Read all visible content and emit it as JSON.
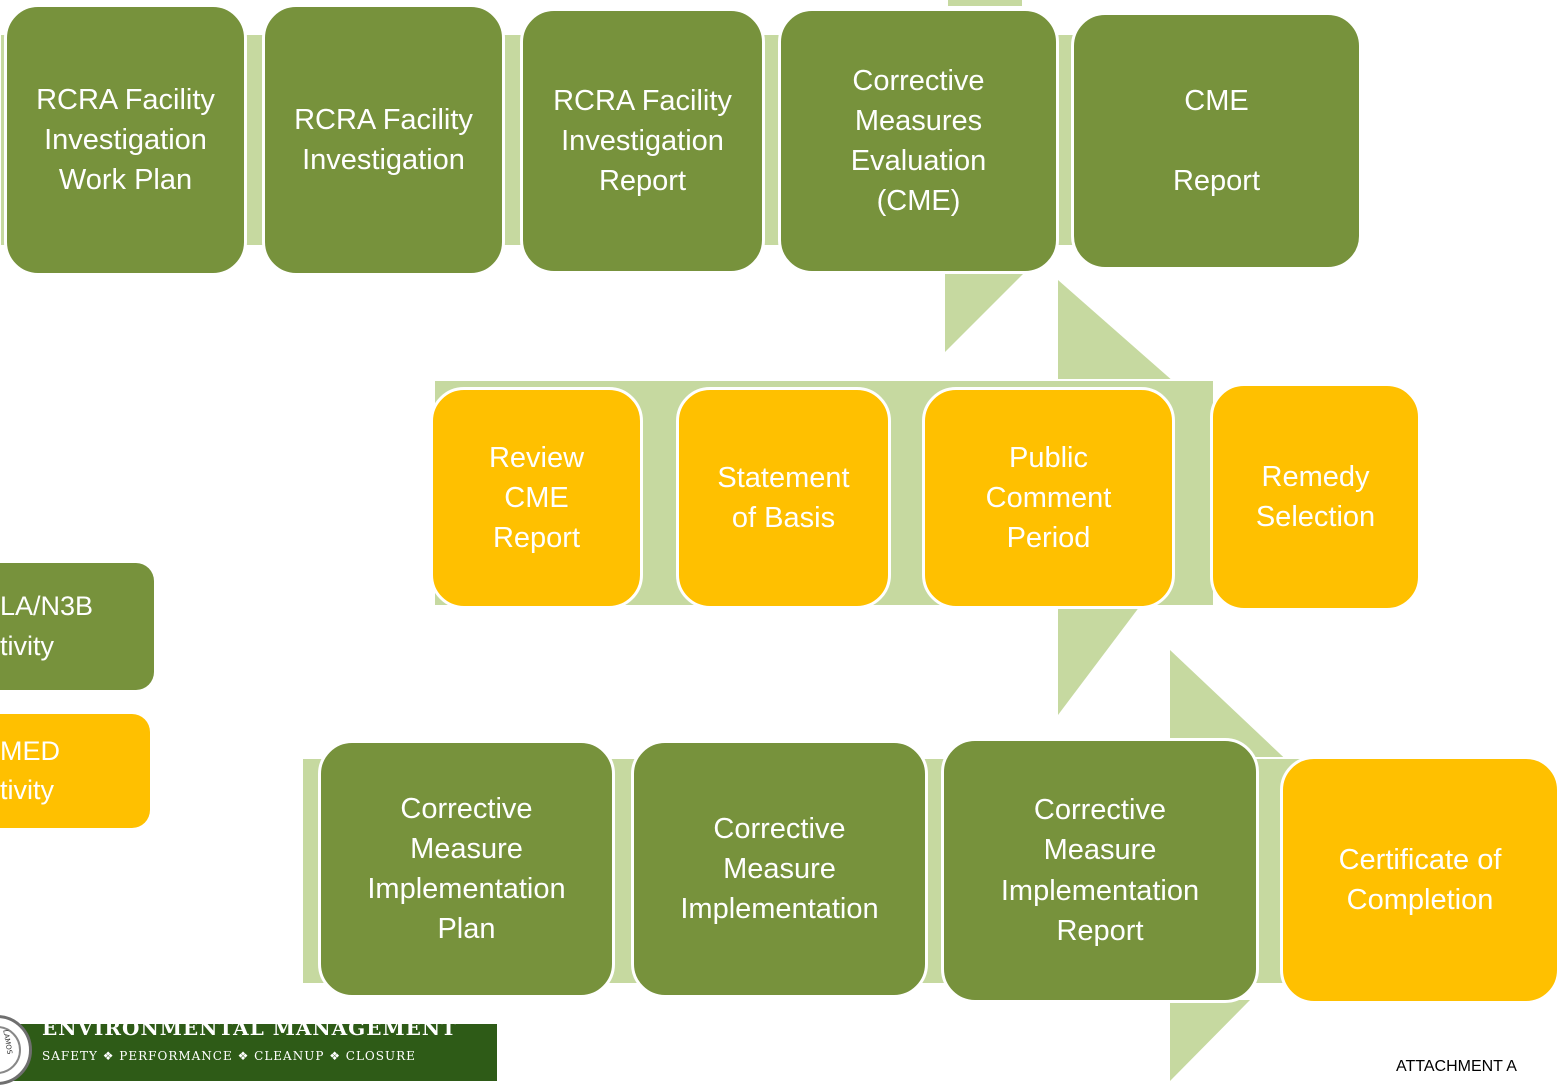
{
  "colors": {
    "nmed_activity": "#ffc000",
    "lanl_activity": "#77923c",
    "flow_arrow": "#c6d9a0",
    "footer_band": "#2e5b17"
  },
  "row1": [
    {
      "label": "RCRA Facility\nInvestigation\nWork Plan",
      "type": "green"
    },
    {
      "label": "RCRA Facility\nInvestigation",
      "type": "green"
    },
    {
      "label": "RCRA Facility\nInvestigation\nReport",
      "type": "green"
    },
    {
      "label": "Corrective\nMeasures\nEvaluation\n(CME)",
      "type": "green"
    },
    {
      "label": "CME\n\nReport",
      "type": "green"
    }
  ],
  "row2": [
    {
      "label": "Review\nCME\nReport",
      "type": "yellow"
    },
    {
      "label": "Statement\nof Basis",
      "type": "yellow"
    },
    {
      "label": "Public\nComment\nPeriod",
      "type": "yellow"
    },
    {
      "label": "Remedy\nSelection",
      "type": "yellow"
    }
  ],
  "row3": [
    {
      "label": "Corrective\nMeasure\nImplementation\nPlan",
      "type": "green"
    },
    {
      "label": "Corrective\nMeasure\nImplementation",
      "type": "green"
    },
    {
      "label": "Corrective\nMeasure\nImplementation\nReport",
      "type": "green"
    },
    {
      "label": "Certificate of\nCompletion",
      "type": "yellow"
    }
  ],
  "legend": {
    "green_label": "LA/N3B\ntivity",
    "yellow_label": "MED\ntivity"
  },
  "footer": {
    "title": "ENVIRONMENTAL MANAGEMENT",
    "tagline": "SAFETY ❖ PERFORMANCE ❖ CLEANUP ❖ CLOSURE",
    "seal_text": "LAMOS"
  },
  "attachment_label": "ATTACHMENT A"
}
